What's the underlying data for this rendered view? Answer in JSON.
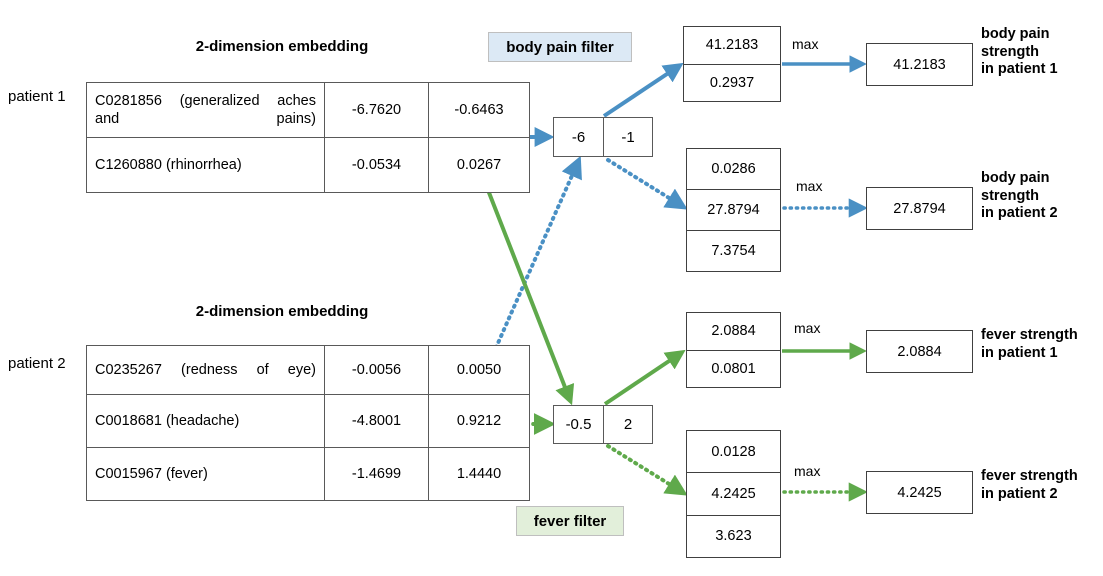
{
  "palette": {
    "blue": "#4A90C4",
    "green": "#5FA94B",
    "chip_blue_bg": "#DCE9F5",
    "chip_green_bg": "#E2EFDA",
    "border_gray": "#595959"
  },
  "patients": [
    {
      "side_label": "patient 1",
      "title": "2-dimension embedding",
      "rows": [
        {
          "concept": "C0281856 (generalized aches and pains)",
          "dim1": "-6.7620",
          "dim2": "-0.6463"
        },
        {
          "concept": "C1260880 (rhinorrhea)",
          "dim1": "-0.0534",
          "dim2": "0.0267"
        }
      ]
    },
    {
      "side_label": "patient 2",
      "title": "2-dimension embedding",
      "rows": [
        {
          "concept": "C0235267 (redness of eye)",
          "dim1": "-0.0056",
          "dim2": "0.0050"
        },
        {
          "concept": "C0018681 (headache)",
          "dim1": "-4.8001",
          "dim2": "0.9212"
        },
        {
          "concept": "C0015967 (fever)",
          "dim1": "-1.4699",
          "dim2": "1.4440"
        }
      ]
    }
  ],
  "filters": [
    {
      "name": "body pain filter",
      "weights": [
        "-6",
        "-1"
      ]
    },
    {
      "name": "fever filter",
      "weights": [
        "-0.5",
        "2"
      ]
    }
  ],
  "pipelines": [
    {
      "id": "bodypain-p1",
      "conv_values": [
        "41.2183",
        "0.2937"
      ],
      "op_label": "max",
      "result": "41.2183",
      "description_lines": [
        "body pain",
        "strength",
        "in patient 1"
      ]
    },
    {
      "id": "bodypain-p2",
      "conv_values": [
        "0.0286",
        "27.8794",
        "7.3754"
      ],
      "op_label": "max",
      "result": "27.8794",
      "description_lines": [
        "body pain",
        "strength",
        "in patient 2"
      ]
    },
    {
      "id": "fever-p1",
      "conv_values": [
        "2.0884",
        "0.0801"
      ],
      "op_label": "max",
      "result": "2.0884",
      "description_lines": [
        "fever strength",
        "in patient 1"
      ]
    },
    {
      "id": "fever-p2",
      "conv_values": [
        "0.0128",
        "4.2425",
        "3.623"
      ],
      "op_label": "max",
      "result": "4.2425",
      "description_lines": [
        "fever strength",
        "in patient 2"
      ]
    }
  ]
}
